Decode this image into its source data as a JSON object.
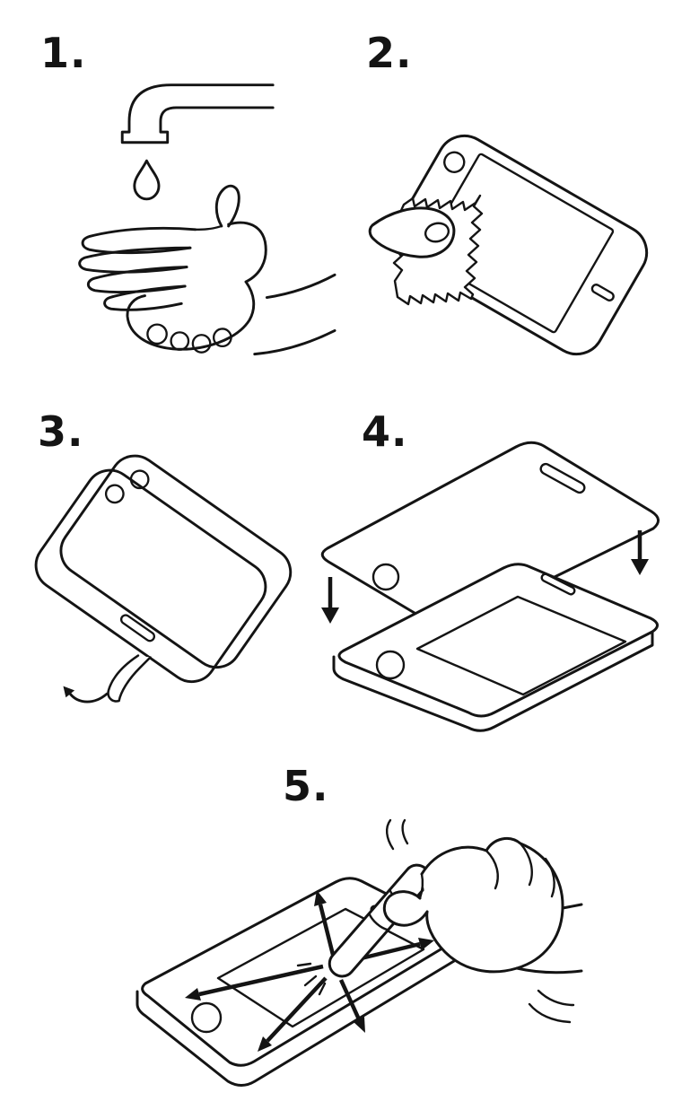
{
  "page": {
    "background": "#ffffff",
    "line_color": "#141414"
  },
  "steps": [
    {
      "label": "1.",
      "illustration": "wash-hands-under-faucet"
    },
    {
      "label": "2.",
      "illustration": "wipe-phone-with-cloth"
    },
    {
      "label": "3.",
      "illustration": "peel-protector-backing-film"
    },
    {
      "label": "4.",
      "illustration": "lower-protector-onto-phone"
    },
    {
      "label": "5.",
      "illustration": "press-center-and-smooth-outward"
    }
  ]
}
